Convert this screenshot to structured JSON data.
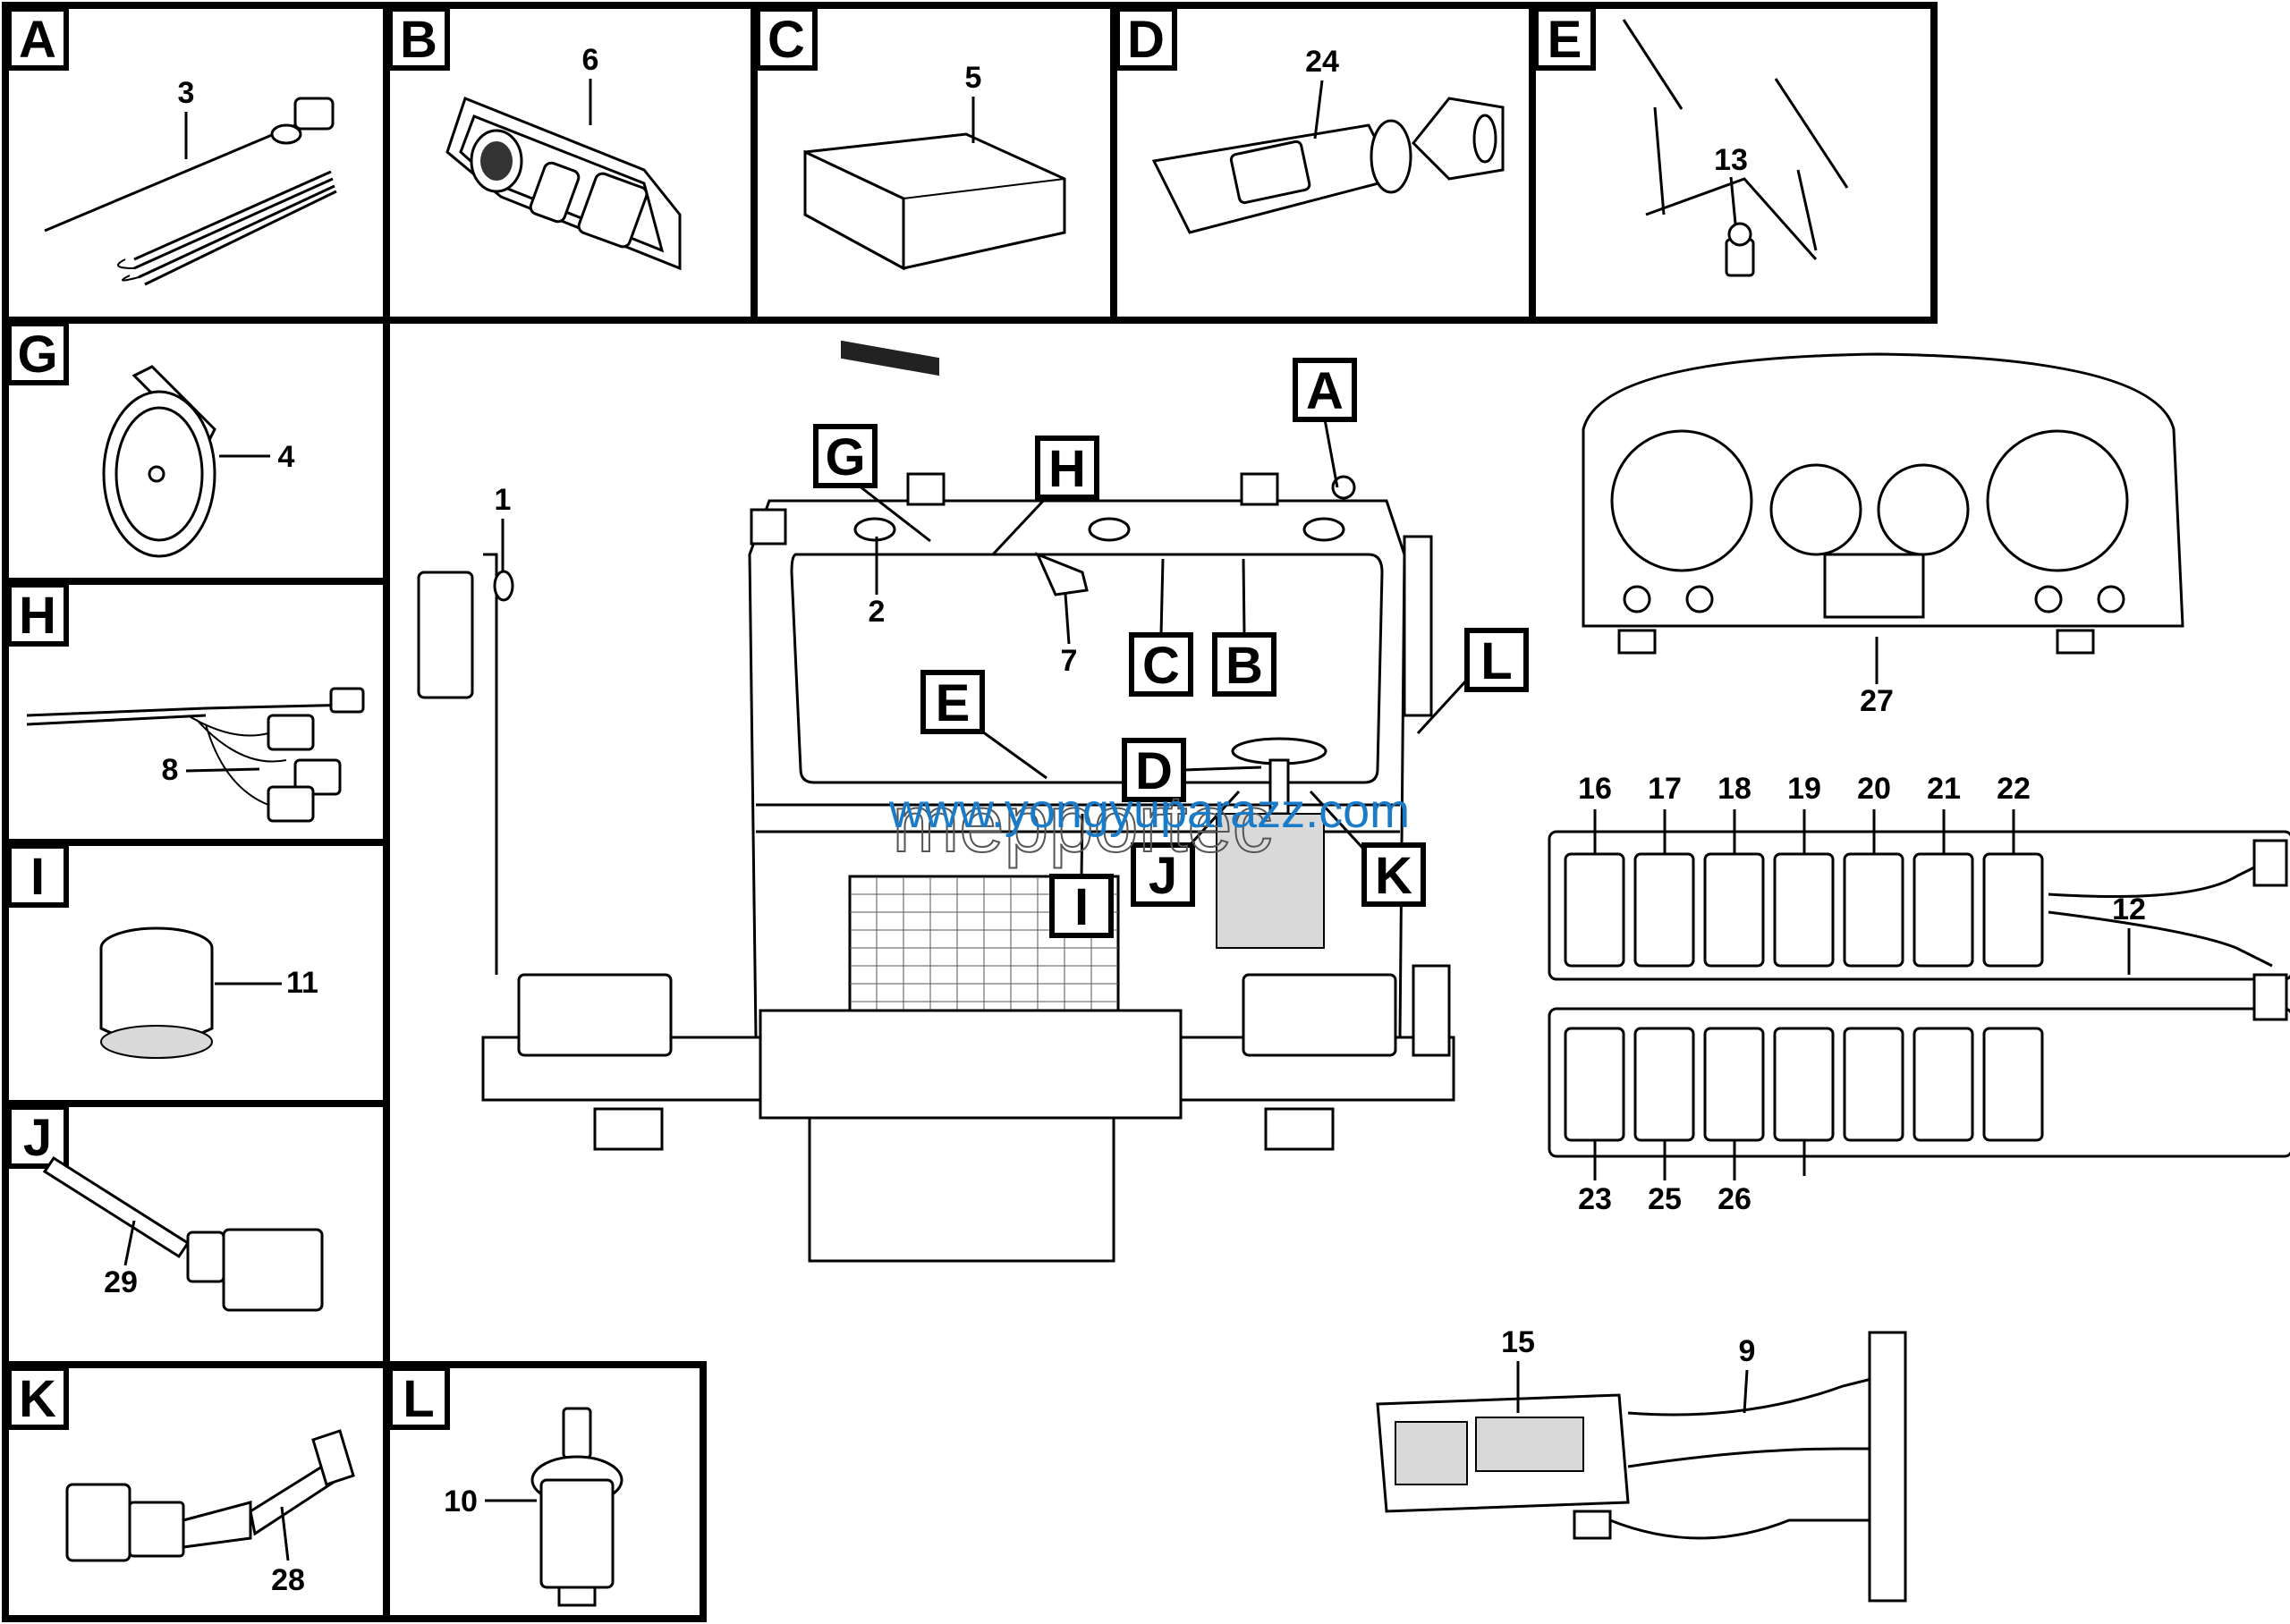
{
  "panels": {
    "A": "A",
    "B": "B",
    "C": "C",
    "D": "D",
    "E": "E",
    "G": "G",
    "H": "H",
    "I": "I",
    "J": "J",
    "K": "K",
    "L": "L"
  },
  "callouts": {
    "A": "A",
    "B": "B",
    "C": "C",
    "D": "D",
    "E": "E",
    "G": "G",
    "H": "H",
    "I": "I",
    "J": "J",
    "K": "K",
    "L": "L"
  },
  "part_numbers": {
    "n1": "1",
    "n2": "2",
    "n3": "3",
    "n4": "4",
    "n5": "5",
    "n6": "6",
    "n7": "7",
    "n8": "8",
    "n9": "9",
    "n10": "10",
    "n11": "11",
    "n12": "12",
    "n13": "13",
    "n15": "15",
    "n16": "16",
    "n17": "17",
    "n18": "18",
    "n19": "19",
    "n20": "20",
    "n21": "21",
    "n22": "22",
    "n23": "23",
    "n24": "24",
    "n25": "25",
    "n26": "26",
    "n27": "27",
    "n28": "28",
    "n29": "29"
  },
  "watermark": {
    "url": "www.yongyuparazz.com",
    "brand": "mepportec"
  },
  "colors": {
    "line": "#000000",
    "watermark_url": "#1a7cc8"
  }
}
